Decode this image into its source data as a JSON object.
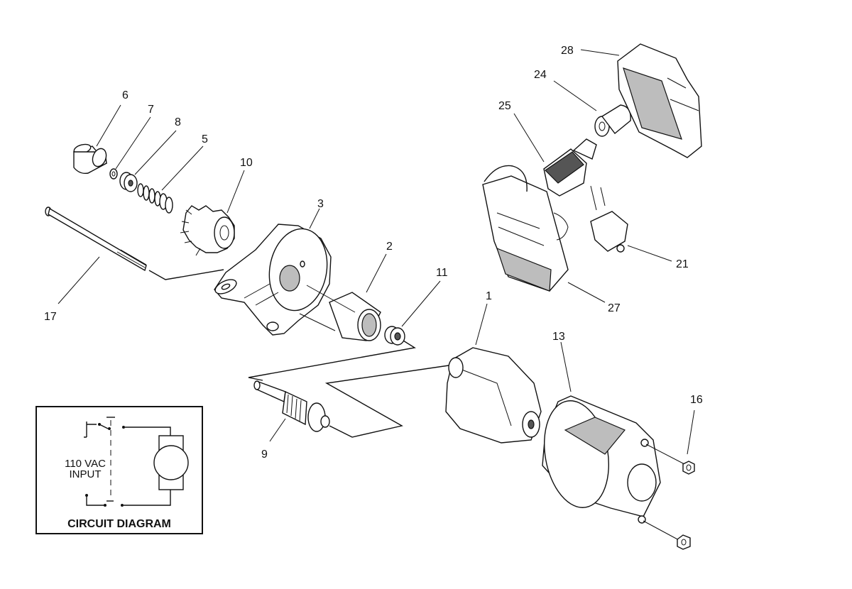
{
  "callouts": [
    {
      "id": "1",
      "label": "1"
    },
    {
      "id": "2",
      "label": "2"
    },
    {
      "id": "3",
      "label": "3"
    },
    {
      "id": "5",
      "label": "5"
    },
    {
      "id": "6",
      "label": "6"
    },
    {
      "id": "7",
      "label": "7"
    },
    {
      "id": "8",
      "label": "8"
    },
    {
      "id": "9",
      "label": "9"
    },
    {
      "id": "10",
      "label": "10"
    },
    {
      "id": "11",
      "label": "11"
    },
    {
      "id": "13",
      "label": "13"
    },
    {
      "id": "16",
      "label": "16"
    },
    {
      "id": "17",
      "label": "17"
    },
    {
      "id": "21",
      "label": "21"
    },
    {
      "id": "24",
      "label": "24"
    },
    {
      "id": "25",
      "label": "25"
    },
    {
      "id": "27",
      "label": "27"
    },
    {
      "id": "28",
      "label": "28"
    }
  ],
  "circuit": {
    "title": "CIRCUIT DIAGRAM",
    "input_line1": "110 VAC",
    "input_line2": "INPUT"
  }
}
